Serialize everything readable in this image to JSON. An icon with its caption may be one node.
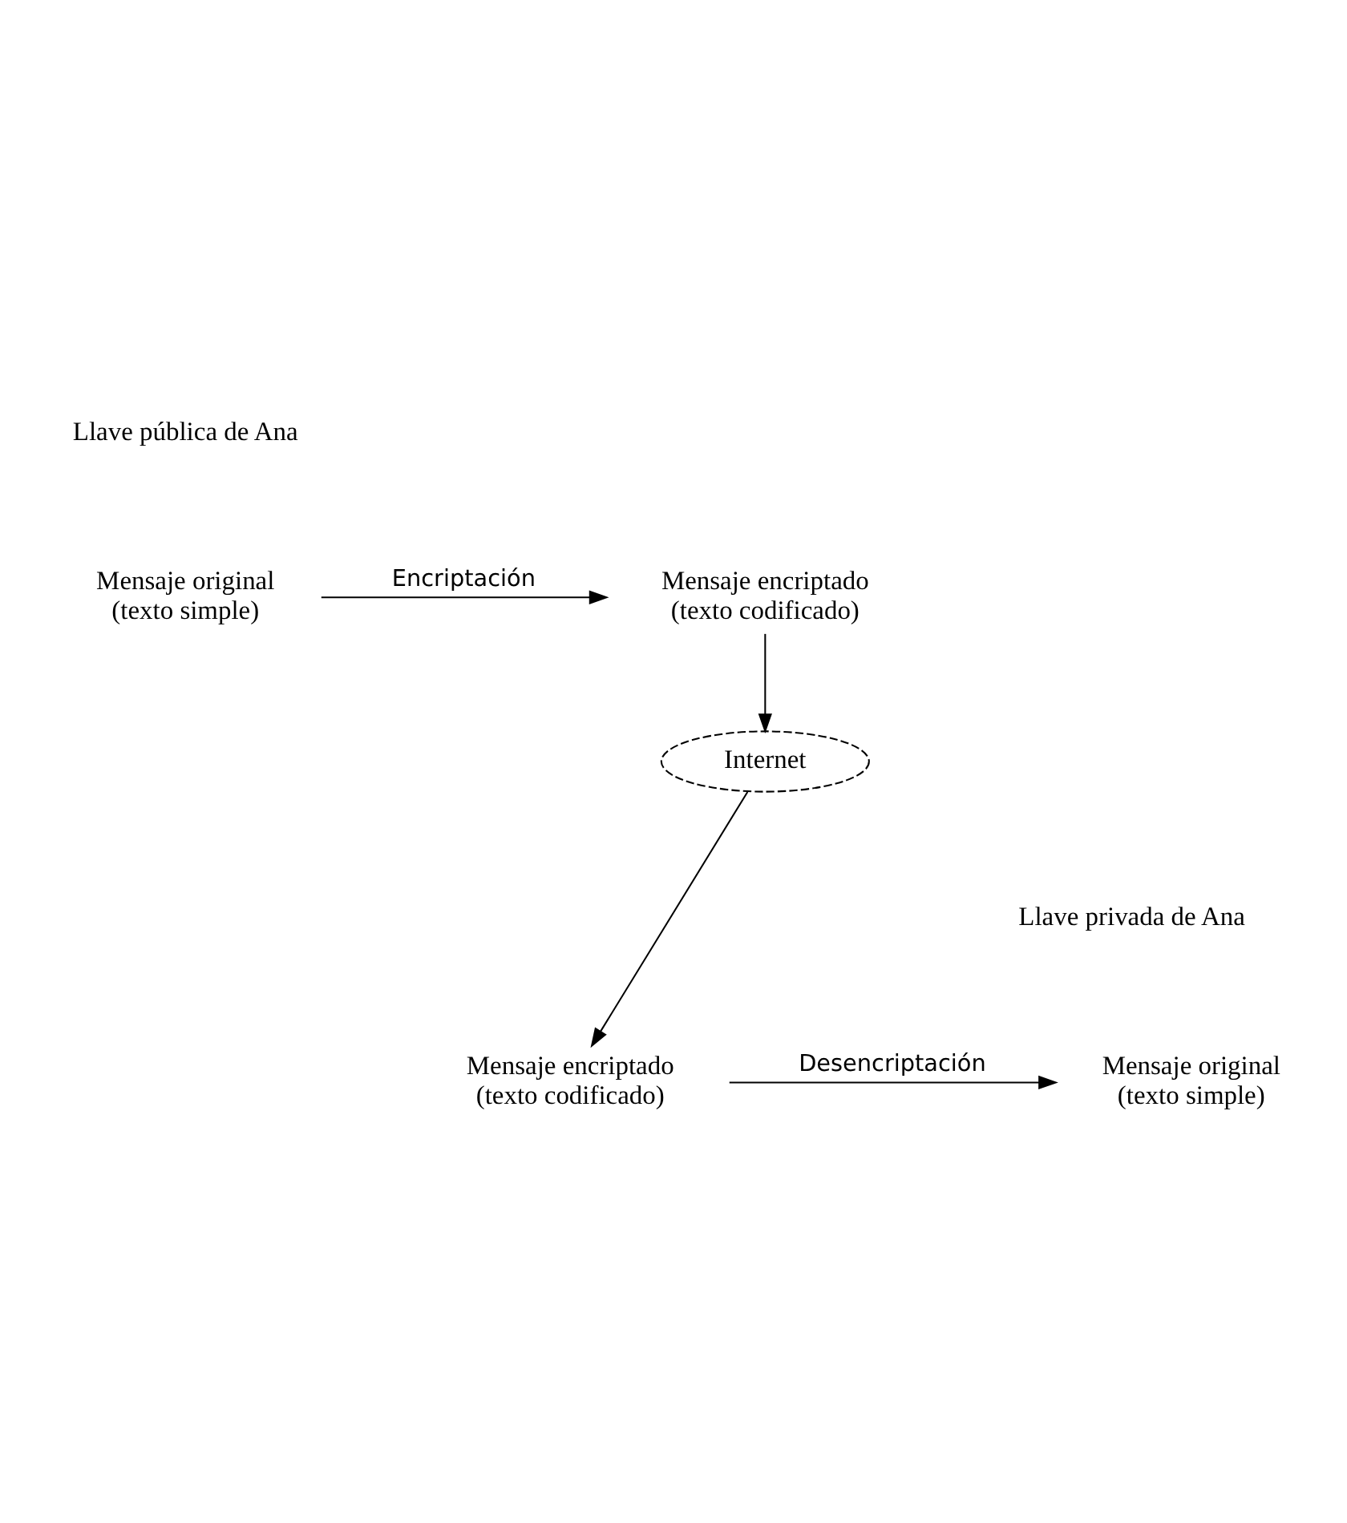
{
  "diagram": {
    "nodes": [
      {
        "text": [
          "Mensaje original (texto simple)"
        ]
      },
      {
        "text": [
          "Mensaje encriptado (texto codificado)"
        ]
      },
      {
        "text": [
          "Internet"
        ]
      },
      {
        "text": [
          "Mensaje encriptado (texto codificado)"
        ]
      },
      {
        "text": [
          "Mensaje original (texto simple)"
        ]
      }
    ],
    "edges": [
      {
        "from": 0,
        "to": 1,
        "arrow": "to",
        "label": "Encriptación"
      },
      {
        "from": 1,
        "to": 2,
        "arrow": "to"
      },
      {
        "from": 2,
        "to": 3,
        "arrow": "to"
      },
      {
        "from": 3,
        "to": 4,
        "arrow": "to",
        "label": "Desencriptación"
      }
    ],
    "labels": [
      "Llave pública de Ana",
      "Llave privada de Ana"
    ]
  }
}
